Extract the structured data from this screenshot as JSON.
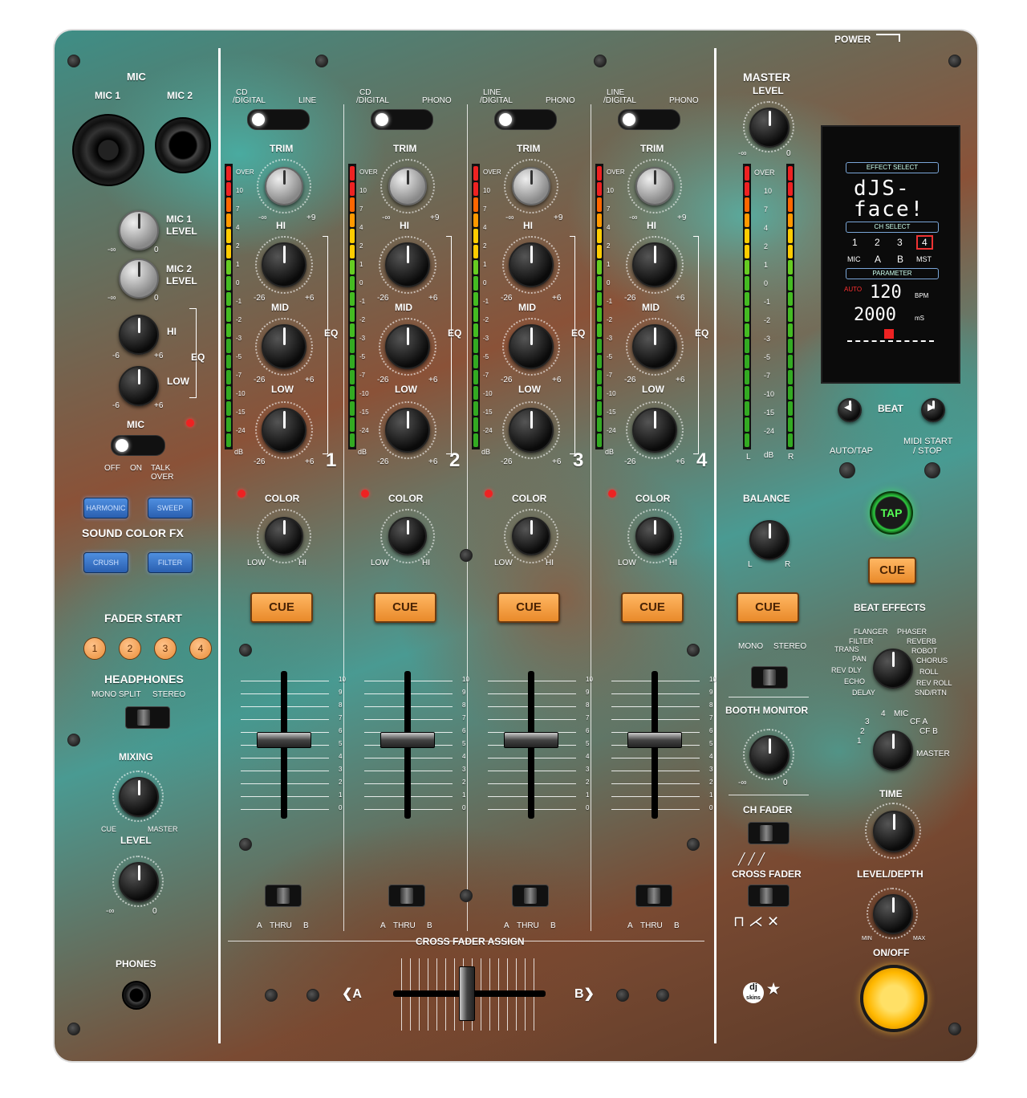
{
  "power": "POWER",
  "mic": {
    "title": "MIC",
    "mic1": "MIC 1",
    "mic2": "MIC 2",
    "mic1_level": "MIC 1\nLEVEL",
    "mic1_level_a": "MIC 1",
    "mic1_level_b": "LEVEL",
    "mic2_level_a": "MIC 2",
    "mic2_level_b": "LEVEL",
    "hi": "HI",
    "low": "LOW",
    "eq": "EQ",
    "switch_label": "MIC",
    "off": "OFF",
    "on": "ON",
    "talk": "TALK",
    "over": "OVER",
    "m_inf": "-∞",
    "zero": "0",
    "m6": "-6",
    "p6": "+6"
  },
  "sound_fx": {
    "title": "SOUND COLOR FX",
    "buttons": [
      "HARMONIC",
      "SWEEP",
      "CRUSH",
      "FILTER"
    ]
  },
  "fader_start": {
    "title": "FADER START",
    "buttons": [
      "1",
      "2",
      "3",
      "4"
    ]
  },
  "headphones": {
    "title": "HEADPHONES",
    "mono_split": "MONO SPLIT",
    "stereo": "STEREO",
    "mixing": "MIXING",
    "cue": "CUE",
    "master": "MASTER",
    "level": "LEVEL",
    "phones": "PHONES",
    "m_inf": "-∞",
    "zero": "0"
  },
  "channels": [
    {
      "num": "1",
      "src_a": "CD\n/DIGITAL",
      "src_a1": "CD",
      "src_a2": "/DIGITAL",
      "src_b": "LINE"
    },
    {
      "num": "2",
      "src_a1": "CD",
      "src_a2": "/DIGITAL",
      "src_b": "PHONO"
    },
    {
      "num": "3",
      "src_a1": "LINE",
      "src_a2": "/DIGITAL",
      "src_b": "PHONO"
    },
    {
      "num": "4",
      "src_a1": "LINE",
      "src_a2": "/DIGITAL",
      "src_b": "PHONO"
    }
  ],
  "channel_labels": {
    "trim": "TRIM",
    "hi": "HI",
    "mid": "MID",
    "low": "LOW",
    "eq": "EQ",
    "color": "COLOR",
    "color_low": "LOW",
    "color_hi": "HI",
    "cue": "CUE",
    "m_inf": "-∞",
    "p9": "+9",
    "m26": "-26",
    "p6": "+6",
    "a": "A",
    "thru": "THRU",
    "b": "B",
    "db": "dB",
    "over": "OVER"
  },
  "meter_scale": [
    "OVER",
    "10",
    "7",
    "4",
    "2",
    "1",
    "0",
    "-1",
    "-2",
    "-3",
    "-5",
    "-7",
    "-10",
    "-15",
    "-24"
  ],
  "fader_scale": [
    "10",
    "9",
    "8",
    "7",
    "6",
    "5",
    "4",
    "3",
    "2",
    "1",
    "0"
  ],
  "cross_fader_assign": "CROSS FADER ASSIGN",
  "cross_a": "❮A",
  "cross_b": "B❯",
  "master": {
    "title": "MASTER",
    "level": "LEVEL",
    "m_inf": "-∞",
    "zero": "0",
    "over": "OVER",
    "l": "L",
    "db": "dB",
    "r": "R",
    "balance": "BALANCE",
    "bl": "L",
    "br": "R",
    "cue": "CUE",
    "mono": "MONO",
    "stereo": "STEREO",
    "booth": "BOOTH MONITOR",
    "ch_fader": "CH FADER",
    "cross_fader": "CROSS FADER"
  },
  "display": {
    "effect_select": "EFFECT SELECT",
    "line1": "dJS-",
    "line2": "face!",
    "ch_select": "CH SELECT",
    "ch": [
      "1",
      "2",
      "3",
      "4"
    ],
    "ch2": [
      "MIC",
      "A",
      "B",
      "MST"
    ],
    "parameter": "PARAMETER",
    "auto": "AUTO",
    "bpm_val": "120",
    "bpm": "BPM",
    "ms_val": "2000",
    "ms": "mS"
  },
  "beat": {
    "title": "BEAT",
    "auto_tap": "AUTO/TAP",
    "midi": "MIDI START",
    "stop": "/ STOP",
    "tap": "TAP",
    "cue": "CUE",
    "effects": "BEAT EFFECTS",
    "fx": [
      "FLANGER",
      "PHASER",
      "FILTER",
      "REVERB",
      "TRANS",
      "ROBOT",
      "PAN",
      "CHORUS",
      "REV DLY",
      "ROLL",
      "ECHO",
      "REV ROLL",
      "DELAY",
      "SND/RTN"
    ],
    "ch": [
      "4",
      "MIC",
      "3",
      "CF A",
      "2",
      "CF B",
      "1",
      "MASTER"
    ],
    "time": "TIME",
    "level_depth": "LEVEL/DEPTH",
    "min": "MIN",
    "max": "MAX",
    "onoff": "ON/OFF"
  },
  "brand": "dj skins",
  "colors": {
    "cue": "#f0942f",
    "fx_blue": "#3a74cc",
    "tap_green": "#2ecc40",
    "onoff": "#ffcc22"
  }
}
